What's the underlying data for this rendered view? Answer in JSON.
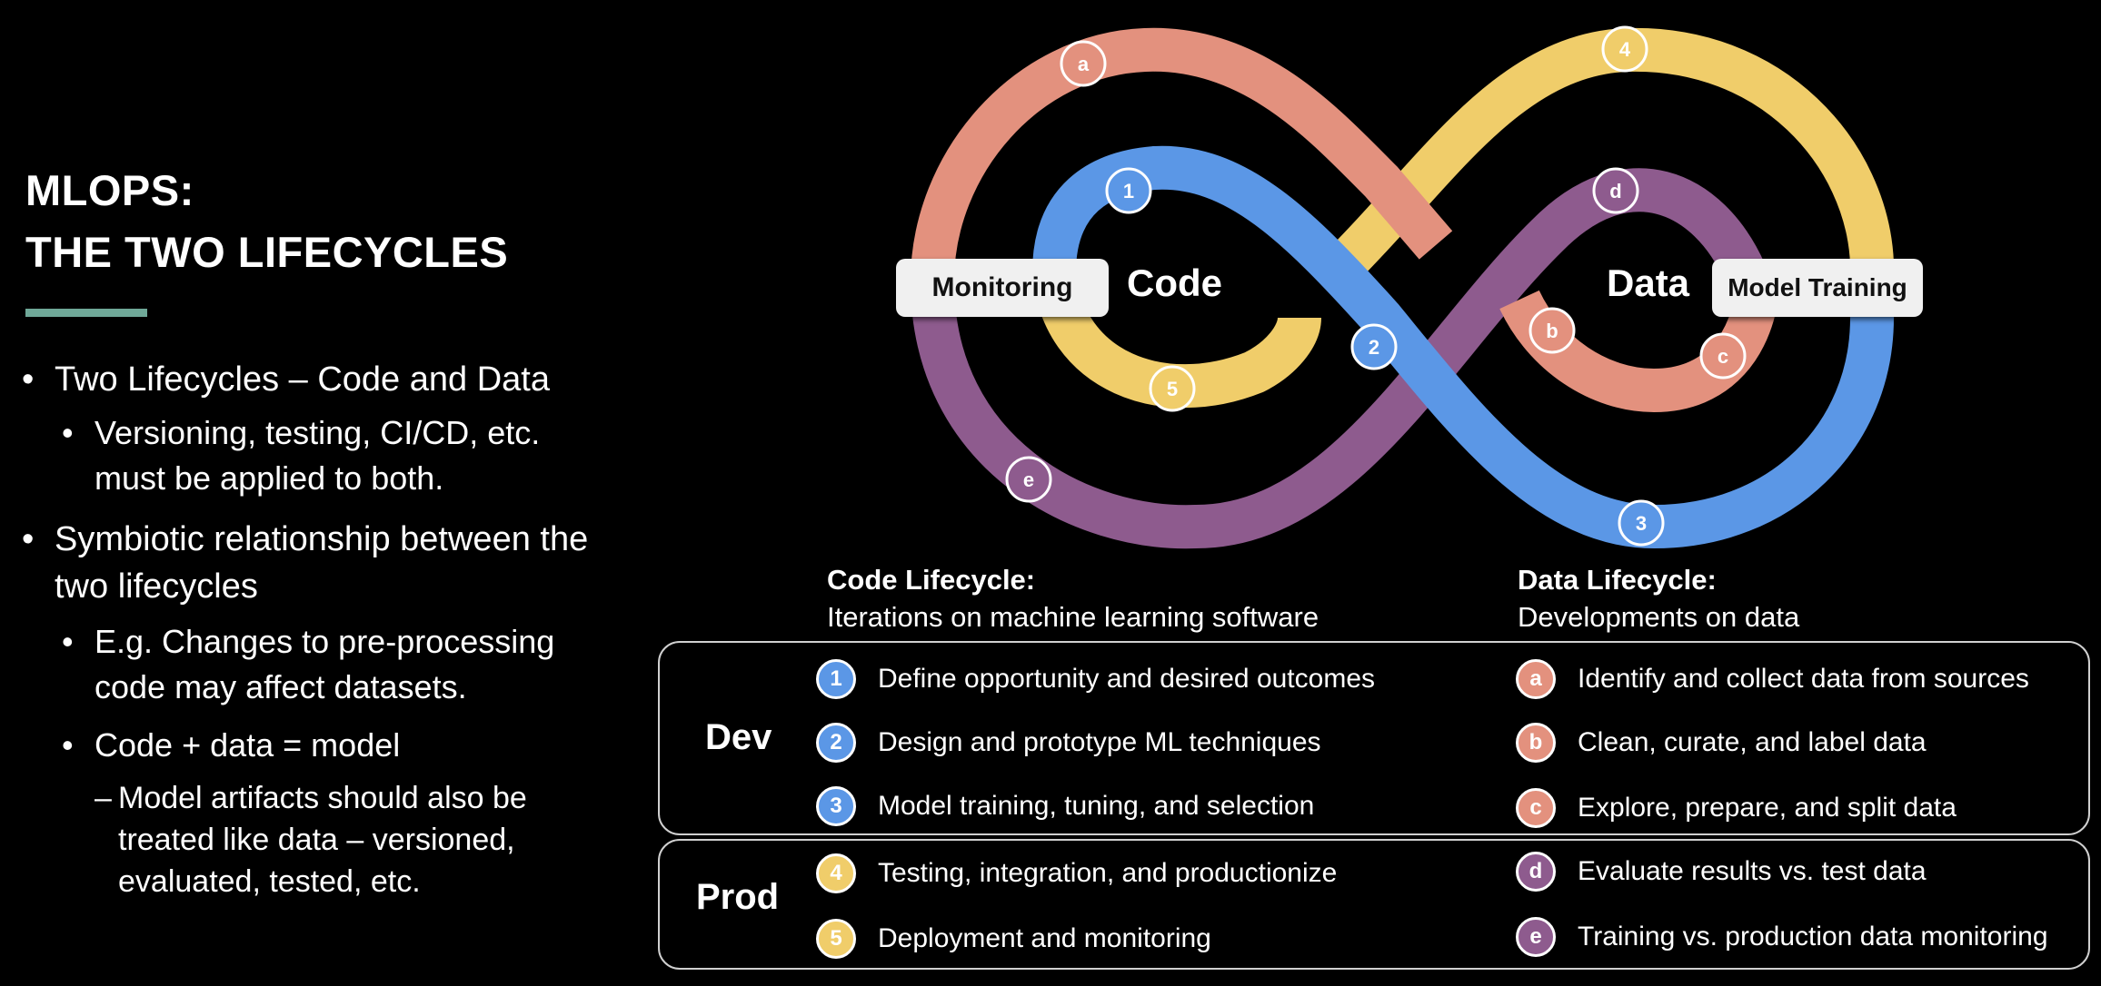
{
  "title": {
    "line1": "MLOPS:",
    "line2": "THE TWO LIFECYCLES"
  },
  "bullets": [
    {
      "level": 1,
      "text": "Two Lifecycles – Code and Data"
    },
    {
      "level": 2,
      "text": "Versioning, testing, CI/CD, etc. must be applied to both."
    },
    {
      "level": 1,
      "text": "Symbiotic relationship between the two lifecycles"
    },
    {
      "level": 2,
      "text": "E.g. Changes to pre-processing code may affect datasets."
    },
    {
      "level": 2,
      "text": "Code + data = model"
    },
    {
      "level": 3,
      "text": "Model artifacts should also be treated like data – versioned, evaluated, tested, etc."
    }
  ],
  "diagram": {
    "pill_left": "Monitoring",
    "pill_right": "Model Training",
    "label_left": "Code",
    "label_right": "Data",
    "colors": {
      "blue": "#5b97e6",
      "yellow": "#f0cd6a",
      "salmon": "#e3917e",
      "purple": "#8e5b8e"
    }
  },
  "code_lifecycle": {
    "heading": "Code Lifecycle:",
    "subtitle": "Iterations on machine learning software"
  },
  "data_lifecycle": {
    "heading": "Data Lifecycle:",
    "subtitle": "Developments on data"
  },
  "phases": {
    "dev": "Dev",
    "prod": "Prod"
  },
  "code_steps": [
    {
      "badge": "1",
      "text": "Define opportunity and desired outcomes",
      "color": "#5b97e6"
    },
    {
      "badge": "2",
      "text": "Design and prototype ML techniques",
      "color": "#5b97e6"
    },
    {
      "badge": "3",
      "text": "Model training, tuning, and selection",
      "color": "#5b97e6"
    },
    {
      "badge": "4",
      "text": "Testing, integration, and productionize",
      "color": "#f0cd6a"
    },
    {
      "badge": "5",
      "text": "Deployment and monitoring",
      "color": "#f0cd6a"
    }
  ],
  "data_steps": [
    {
      "badge": "a",
      "text": "Identify and collect data from sources",
      "color": "#e3917e"
    },
    {
      "badge": "b",
      "text": "Clean, curate, and label data",
      "color": "#e3917e"
    },
    {
      "badge": "c",
      "text": "Explore, prepare, and split data",
      "color": "#e3917e"
    },
    {
      "badge": "d",
      "text": "Evaluate results vs. test data",
      "color": "#8e5b8e"
    },
    {
      "badge": "e",
      "text": "Training vs. production data monitoring",
      "color": "#8e5b8e"
    }
  ]
}
